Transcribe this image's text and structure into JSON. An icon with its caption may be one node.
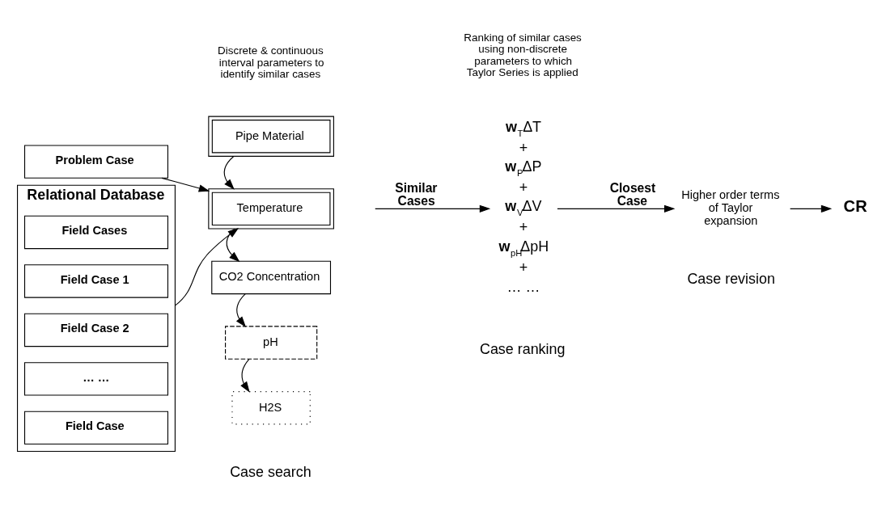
{
  "diagram": {
    "nodes": [
      {
        "text": [
          "Problem Case"
        ]
      },
      {
        "text": [
          "Relational Database"
        ]
      },
      {
        "text": [
          "Field Cases"
        ],
        "in": 1
      },
      {
        "text": [
          "Field Case 1"
        ],
        "in": 1
      },
      {
        "text": [
          "Field Case 2"
        ],
        "in": 1
      },
      {
        "text": [
          "… …"
        ],
        "in": 1
      },
      {
        "text": [
          "Field Case"
        ],
        "in": 1
      },
      {
        "text": [
          "Pipe Material"
        ]
      },
      {
        "text": [
          "Temperature"
        ]
      },
      {
        "text": [
          "CO2 Concentration"
        ]
      },
      {
        "text": [
          "pH"
        ]
      },
      {
        "text": [
          "H2S"
        ]
      },
      {
        "text": [
          "**w**$_{T}$ΔT",
          "+",
          "**w**$_{P}$ΔP",
          "+",
          "**w**$_{V}$ΔV",
          "+",
          "**w**$_{pH}$ΔpH",
          "+",
          "… …"
        ]
      },
      {
        "text": [
          "Higher order terms of Taylor expansion"
        ]
      },
      {
        "text": [
          "CR"
        ]
      }
    ],
    "edges": [
      {
        "from": 0,
        "to": 8,
        "arrow": "to"
      },
      {
        "from": 1,
        "to": 8,
        "arrow": "to"
      },
      {
        "from": 7,
        "to": 8,
        "arrow": "to"
      },
      {
        "from": 8,
        "to": 9,
        "arrow": "to"
      },
      {
        "from": 9,
        "to": 10,
        "arrow": "to"
      },
      {
        "from": 10,
        "to": 11,
        "arrow": "to"
      },
      {
        "from": null,
        "to": 12,
        "arrow": "to",
        "label": "Similar Cases"
      },
      {
        "from": 12,
        "to": 13,
        "arrow": "to",
        "label": "Closest Case"
      },
      {
        "from": 13,
        "to": 14,
        "arrow": "to"
      }
    ],
    "labels": [
      "Discrete & continuous interval parameters to identify similar cases",
      "Ranking of similar cases using non-discrete parameters to which Taylor Series is applied",
      "Case search",
      "Case ranking",
      "Case revision"
    ]
  }
}
